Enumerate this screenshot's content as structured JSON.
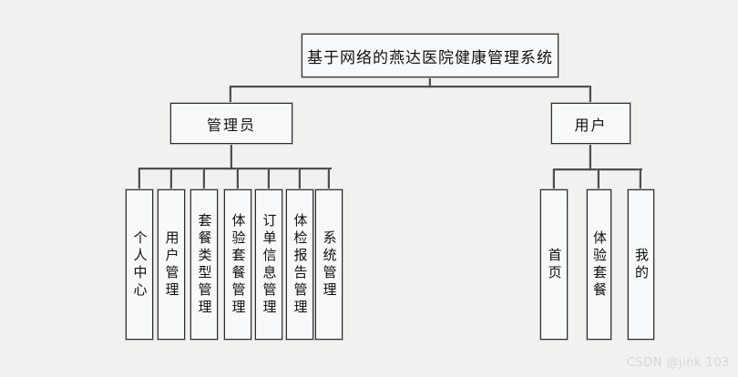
{
  "tree": {
    "root": "基于网络的燕达医院健康管理系统",
    "admin": {
      "label": "管理员",
      "children": [
        "个人中心",
        "用户管理",
        "套餐类型管理",
        "体验套餐管理",
        "订单信息管理",
        "体检报告管理",
        "系统管理"
      ]
    },
    "user": {
      "label": "用户",
      "children": [
        "首页",
        "体验套餐",
        "我的"
      ]
    }
  },
  "watermark": {
    "text": "CSDN @jink 103"
  },
  "colors": {
    "background": "#f1f1ef",
    "node_fill": "#f8f9fa",
    "node_border": "#2e2e2e",
    "node_shadow": "#bdbcba",
    "connector": "#4f4f4f",
    "watermark_text": "#d9d6d3"
  }
}
